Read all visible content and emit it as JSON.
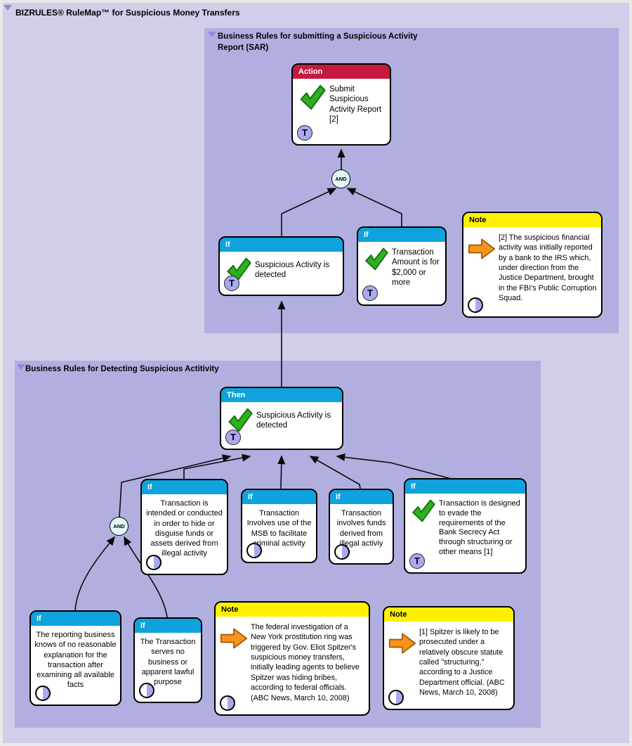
{
  "page": {
    "title": "BIZRULES® RuleMap™ for Suspicious Money Transfers",
    "colors": {
      "background": "#d0cee8",
      "panel": "#b1afe0",
      "if_header": "#0fa2dc",
      "action_header": "#c51a3f",
      "note_header": "#fff100",
      "check_green": "#2cb01f",
      "badge_purple": "#a9a9ef",
      "arrow_orange": "#f7941d"
    }
  },
  "panel_sar": {
    "title": "Business Rules for submitting a Suspicious Activity Report (SAR)",
    "nodes": {
      "and_label": "AND",
      "action": {
        "header": "Action",
        "text": "Submit Suspicious Activity Report [2]",
        "badge": "T"
      },
      "if_suspicious": {
        "header": "If",
        "text": "Suspicious Activity is detected",
        "badge": "T"
      },
      "if_amount": {
        "header": "If",
        "text": "Transaction Amount is for $2,000 or more",
        "badge": "T"
      },
      "note_bank": {
        "header": "Note",
        "text": "[2] The suspicious financial activity was initially reported by a bank to the IRS which, under direction from the Justice Department, brought in the FBI's Public Corruption Squad."
      }
    }
  },
  "panel_detect": {
    "title": "Business Rules for Detecting Suspicious Actitivity",
    "nodes": {
      "and_label": "AND",
      "then_detected": {
        "header": "Then",
        "text": "Suspicious Activity is detected",
        "badge": "T"
      },
      "if_hide": {
        "header": "If",
        "text": "Transaction is intended or conducted in order to hide or disguise funds or assets derived from illegal activity"
      },
      "if_msb": {
        "header": "If",
        "text": "Transaction Involves use of the MSB to facilitate criminal activity"
      },
      "if_funds": {
        "header": "If",
        "text": "Transaction involves funds derived from illegal activiy"
      },
      "if_structuring": {
        "header": "If",
        "text": "Transaction is designed to evade the requirements of the Bank Secrecy Act through structuring or other means [1]",
        "badge": "T"
      },
      "if_no_explanation": {
        "header": "If",
        "text": "The reporting business knows of no reasonable explanation for the transaction after examining all available facts"
      },
      "if_no_purpose": {
        "header": "If",
        "text": "The Transaction serves no business or apparent lawful purpose"
      },
      "note_investigation": {
        "header": "Note",
        "text": "The federal investigation of a New York prostitution ring was triggered by Gov. Eliot Spitzer's suspicious money transfers, initially leading agents to believe Spitzer was hiding bribes, according to federal officials. (ABC News, March 10,  2008)"
      },
      "note_structuring": {
        "header": "Note",
        "text": "[1] Spitzer is likely to be prosecuted under a relatively obscure statute called \"structuring,\" according to a Justice Department official. (ABC News, March 10,  2008)"
      }
    }
  }
}
